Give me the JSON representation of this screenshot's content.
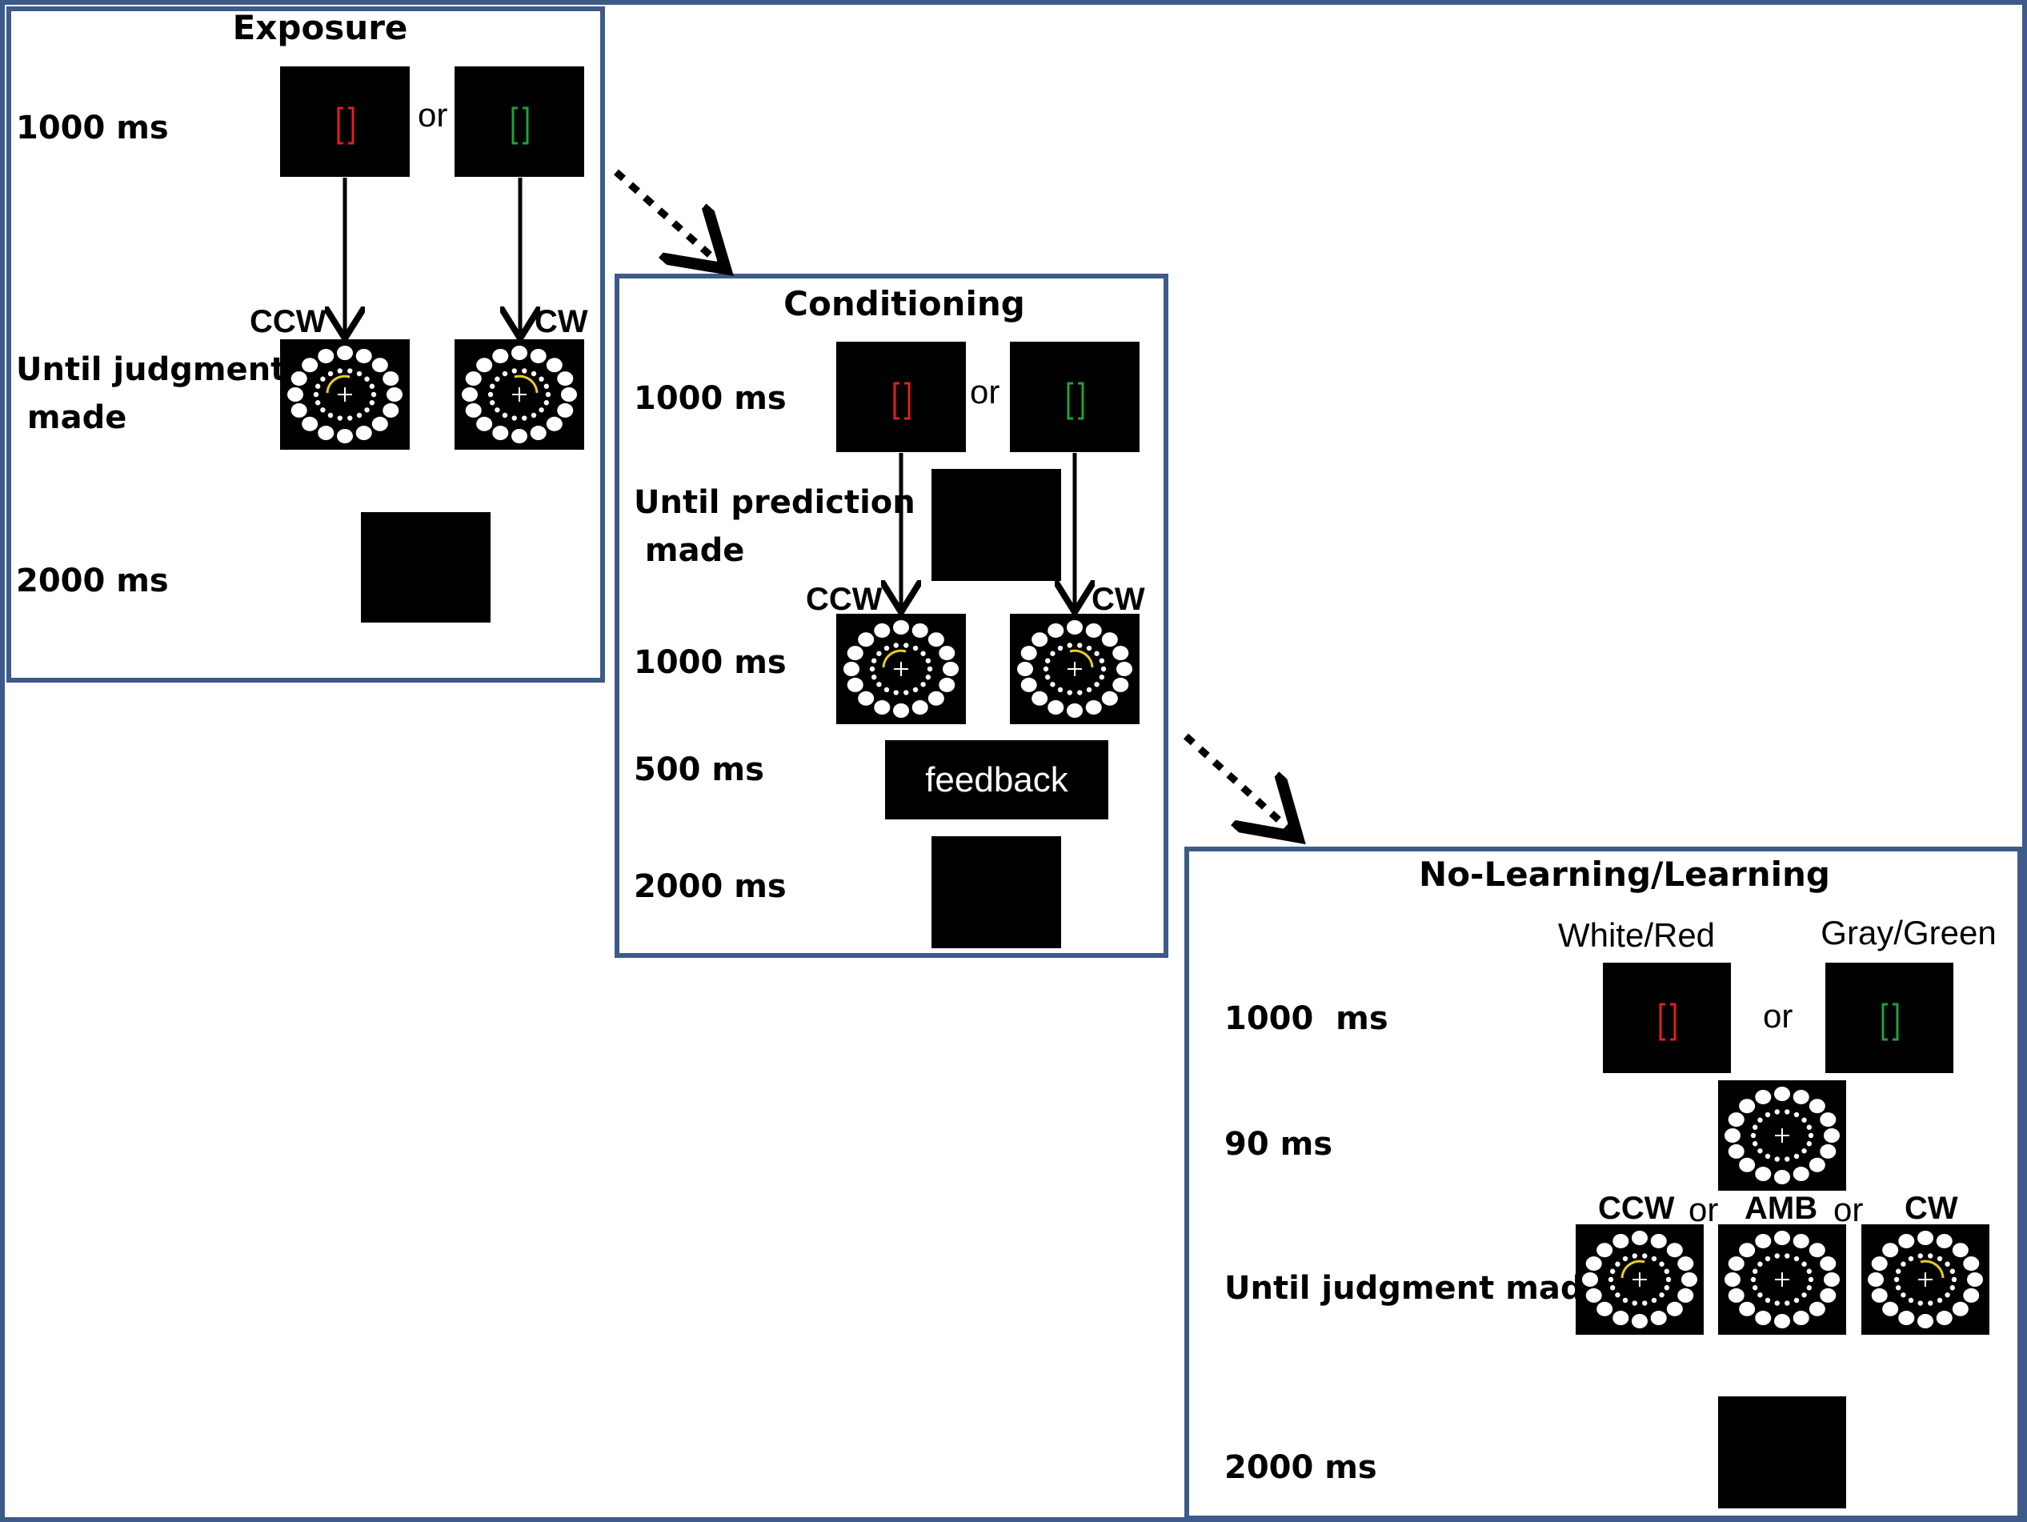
{
  "exposure": {
    "title": "Exposure",
    "row1": "1000 ms",
    "or": "or",
    "ccw": "CCW",
    "cw": "CW",
    "row2": "Until judgment\n made",
    "row3": "2000 ms"
  },
  "conditioning": {
    "title": "Conditioning",
    "row1": "1000 ms",
    "or": "or",
    "row2": "Until prediction\n made",
    "ccw": "CCW",
    "cw": "CW",
    "row3": "1000 ms",
    "row4": "500 ms",
    "feedback": "feedback",
    "row5": "2000 ms"
  },
  "learning": {
    "title": "No-Learning/Learning",
    "cond_white_red": "White/Red",
    "cond_gray_green": "Gray/Green",
    "row1": "1000  ms",
    "or1": "or",
    "row2": "90 ms",
    "ccw": "CCW",
    "or2": "or",
    "amb": "AMB",
    "or3": "or",
    "cw": "CW",
    "row3": "Until judgment made",
    "row4": "2000 ms"
  },
  "colors": {
    "frame": "#3d5a8a",
    "cue_red": "#e02020",
    "cue_green": "#20a040",
    "arc": "#e8d020"
  }
}
